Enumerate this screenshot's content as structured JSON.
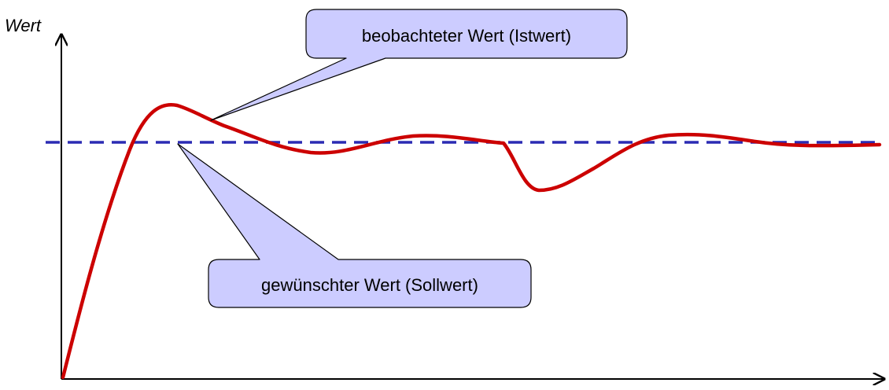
{
  "axis": {
    "y_label": "Wert"
  },
  "callouts": {
    "istwert_label": "beobachteter Wert (Istwert)",
    "sollwert_label": "gewünschter Wert (Sollwert)"
  },
  "colors": {
    "actual_curve": "#cc0000",
    "setpoint_line": "#2b2bb3",
    "callout_fill": "#ccccff",
    "callout_stroke": "#000000",
    "axis": "#000000"
  }
}
